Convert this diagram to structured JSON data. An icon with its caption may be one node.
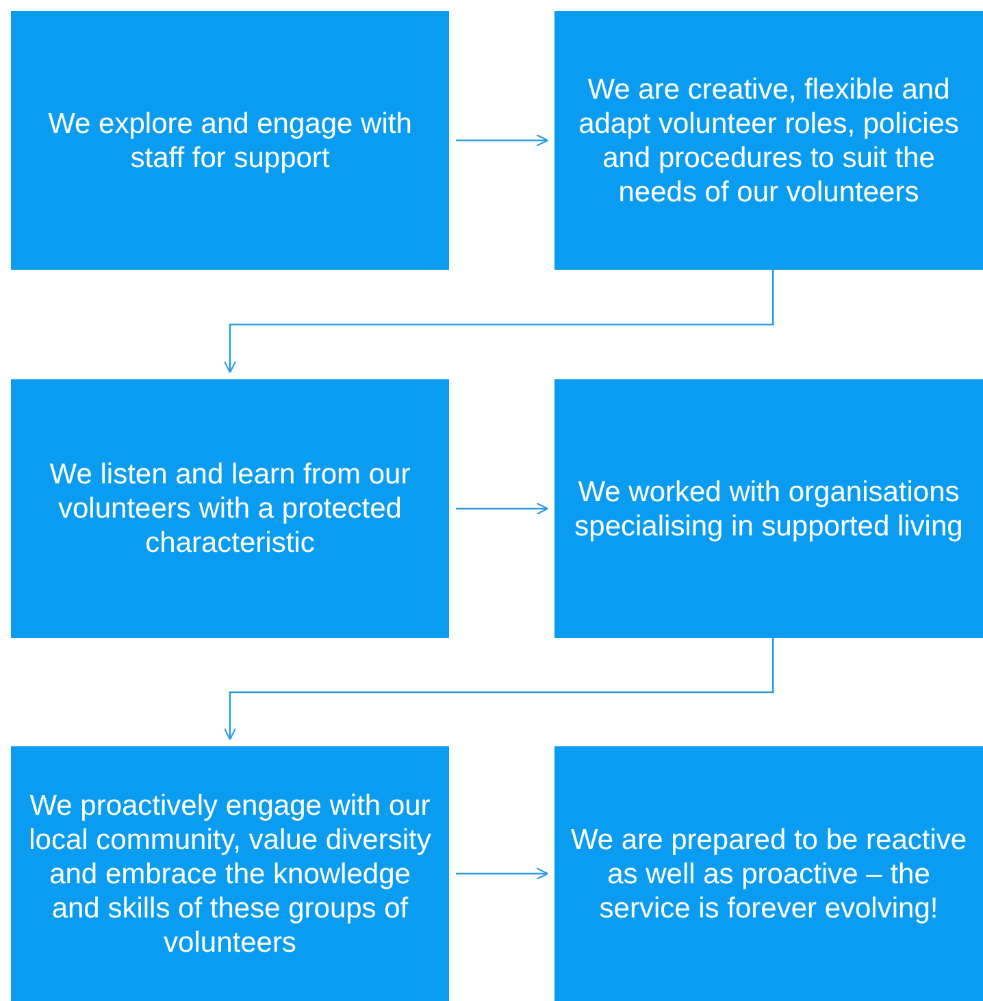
{
  "diagram": {
    "nodes": [
      {
        "text": [
          "We explore and engage with staff for support"
        ]
      },
      {
        "text": [
          "We are creative, flexible and adapt volunteer roles, policies and procedures to suit the needs of our volunteers"
        ]
      },
      {
        "text": [
          "We listen and learn from our volunteers with a protected characteristic"
        ]
      },
      {
        "text": [
          "We worked with organisations specialising in supported living"
        ]
      },
      {
        "text": [
          "We proactively engage with our local community, value diversity and embrace the knowledge and skills of these groups of volunteers"
        ]
      },
      {
        "text": [
          "We are prepared to be reactive as well as proactive – the service is forever evolving!"
        ]
      }
    ],
    "edges": [
      {
        "from": 0,
        "to": 1,
        "arrow": "to"
      },
      {
        "from": 1,
        "to": 2,
        "arrow": "to"
      },
      {
        "from": 2,
        "to": 3,
        "arrow": "to"
      },
      {
        "from": 3,
        "to": 4,
        "arrow": "to"
      },
      {
        "from": 4,
        "to": 5,
        "arrow": "to"
      }
    ]
  }
}
